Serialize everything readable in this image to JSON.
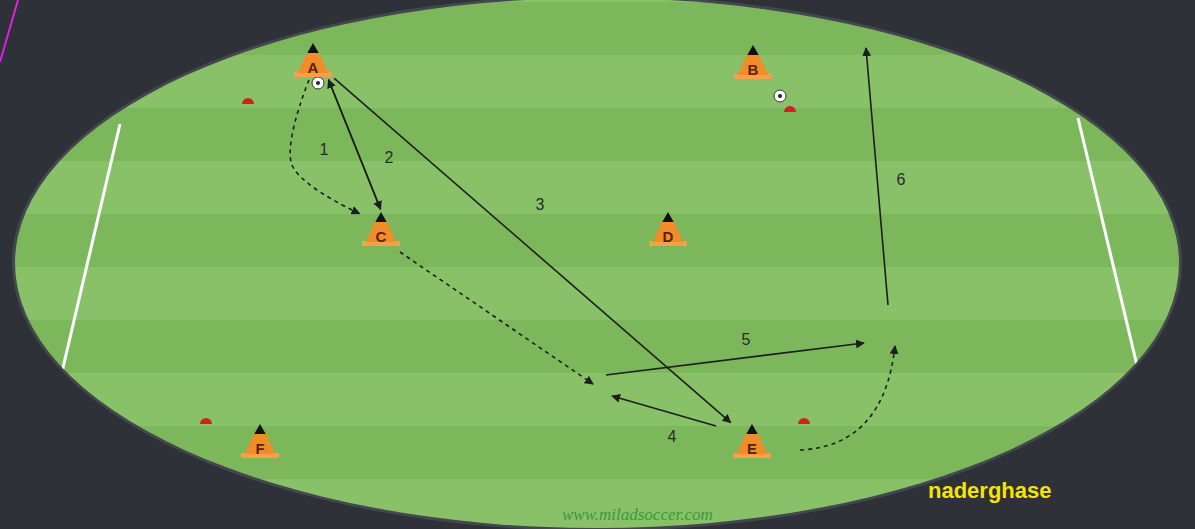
{
  "diagram": {
    "nodes": [
      {
        "text": [
          "A"
        ]
      },
      {
        "text": [
          "B"
        ]
      },
      {
        "text": [
          "C"
        ]
      },
      {
        "text": [
          "D"
        ]
      },
      {
        "text": [
          "E"
        ]
      },
      {
        "text": [
          "F"
        ]
      }
    ],
    "edges": [
      {
        "from": 0,
        "to": 2,
        "arrow": "to",
        "label": "1"
      },
      {
        "from": 2,
        "to": 0,
        "arrow": "to",
        "label": "2"
      },
      {
        "from": 0,
        "to": 4,
        "arrow": "to",
        "label": "3"
      },
      {
        "from": 0,
        "to": 2,
        "arrow": "to"
      }
    ],
    "labels": [
      "4",
      "5",
      "6",
      "naderghase",
      "www.miladsoccer.com"
    ]
  }
}
